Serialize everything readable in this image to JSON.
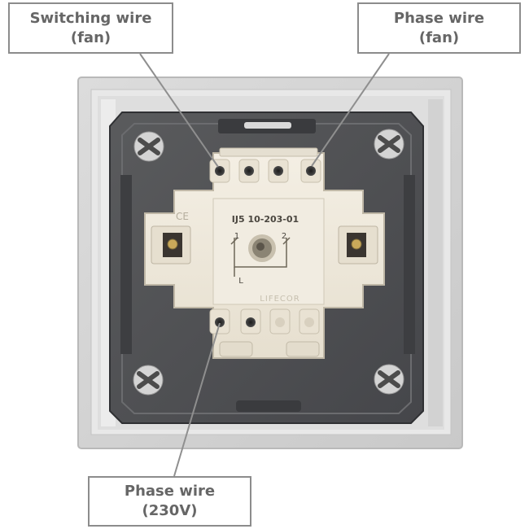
{
  "callouts": {
    "switching_wire": {
      "line1": "Switching wire",
      "line2": "(fan)"
    },
    "phase_wire_fan": {
      "line1": "Phase wire",
      "line2": "(fan)"
    },
    "phase_wire_230": {
      "line1": "Phase wire",
      "line2": "(230V)"
    }
  },
  "device": {
    "model_label": "IJ5 10-203-01",
    "terminal_1": "1",
    "terminal_2": "2",
    "terminal_l": "L",
    "ce_mark": "CE",
    "brand_text": "LIFECOR"
  },
  "colors": {
    "callout_border": "#8c8c8c",
    "callout_text": "#666666",
    "leader_line": "#8f8f8f",
    "frame_outer": "#d4d4d4",
    "mounting_plate": "#4f5052",
    "switch_body": "#efe9dc"
  }
}
